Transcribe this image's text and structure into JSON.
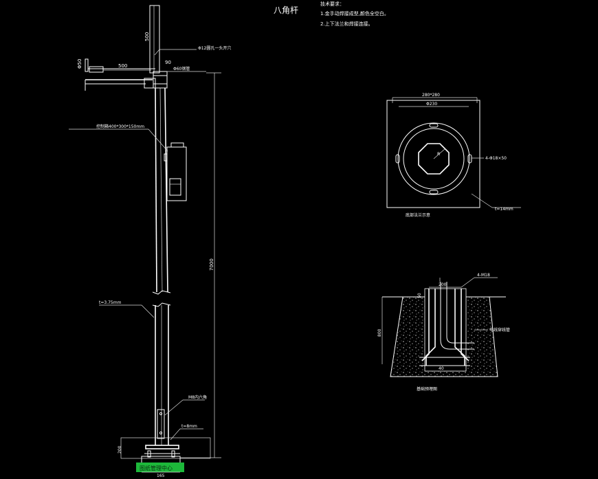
{
  "title": "八角杆",
  "notes": {
    "heading": "技术要求：",
    "items": [
      "1.金手动焊接成型,颜色全空白。",
      "2.上下法兰和焊接连接。"
    ]
  },
  "pole": {
    "dim_500_vertical": "500",
    "dim_500_arm": "500",
    "dim_phi50": "Φ50",
    "dim_90": "90",
    "callout_hole": "Φ12圆孔一头开穴",
    "callout_tube": "Φ60钢管",
    "callout_box": "控制箱400*300*150mm",
    "dim_7000": "7000",
    "callout_wall": "t=3.75mm",
    "callout_bolt": "M8内六角",
    "callout_plate": "t=8mm",
    "dim_200": "200",
    "dim_165": "165",
    "watermark": "图纸管理中心"
  },
  "flange": {
    "dim_outer": "280*280",
    "dim_pcd": "Φ230",
    "dim_radius": "R",
    "callout_holes": "4-Φ18×50",
    "callout_thk": "t=14mm",
    "caption": "底部法兰示意"
  },
  "foundation": {
    "callout_bolts": "4-M18",
    "dim_top": "200",
    "dim_50": "50",
    "dim_800": "800",
    "callout_conduit": "电线穿线管",
    "dim_bottom": "40",
    "caption": "基础预埋图"
  }
}
